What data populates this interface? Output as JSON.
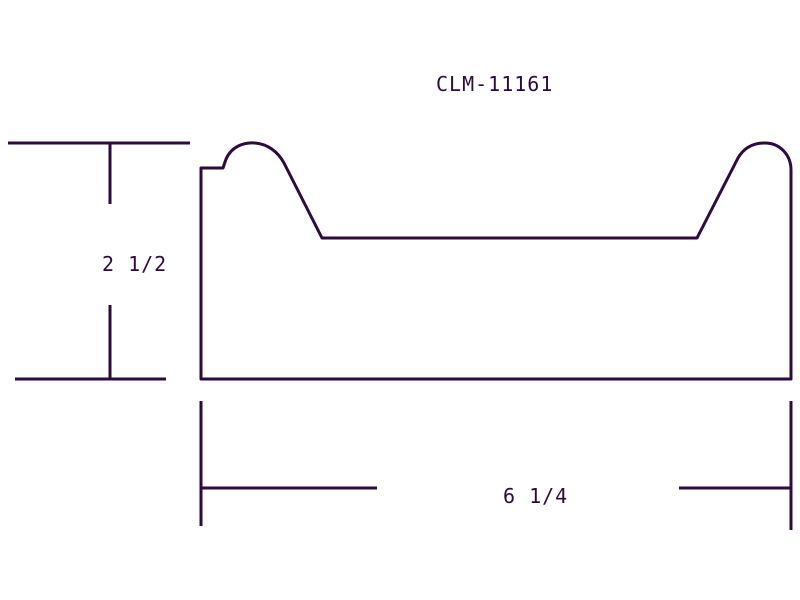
{
  "title": "CLM-11161",
  "dimensions": {
    "height": "2 1/2",
    "width": "6 1/4"
  },
  "colors": {
    "line": "#2e0a3e",
    "background": "#ffffff"
  }
}
